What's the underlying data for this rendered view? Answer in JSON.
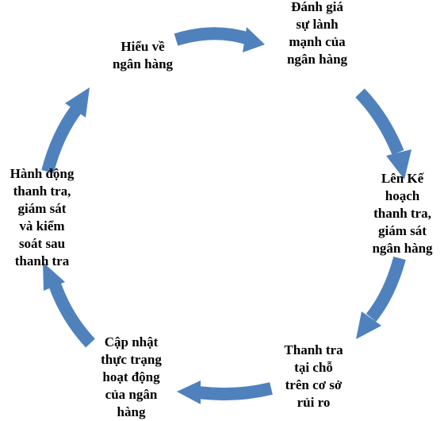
{
  "diagram": {
    "type": "cycle",
    "accent_color": "#4f81bd",
    "nodes": [
      {
        "id": "understand-bank",
        "label": "Hiểu về\nngân hàng"
      },
      {
        "id": "health-assessment",
        "label": "Đánh giá\nsự lành\nmạnh của\nngân hàng"
      },
      {
        "id": "inspection-plan",
        "label": "Lên Kế\nhoạch\nthanh tra,\ngiám sát\nngân hàng"
      },
      {
        "id": "onsite-inspection",
        "label": "Thanh tra\ntại chỗ\ntrên cơ sở\nrủi ro"
      },
      {
        "id": "update-status",
        "label": "Cập nhật\nthực trạng\nhoạt động\ncủa ngân\nhàng"
      },
      {
        "id": "post-inspection",
        "label": "Hành động\nthanh tra,\ngiám sát\nvà kiểm\nsoát sau\nthanh tra"
      }
    ],
    "edges": [
      {
        "from": "understand-bank",
        "to": "health-assessment"
      },
      {
        "from": "health-assessment",
        "to": "inspection-plan"
      },
      {
        "from": "inspection-plan",
        "to": "onsite-inspection"
      },
      {
        "from": "onsite-inspection",
        "to": "update-status"
      },
      {
        "from": "update-status",
        "to": "post-inspection"
      },
      {
        "from": "post-inspection",
        "to": "understand-bank"
      }
    ]
  }
}
